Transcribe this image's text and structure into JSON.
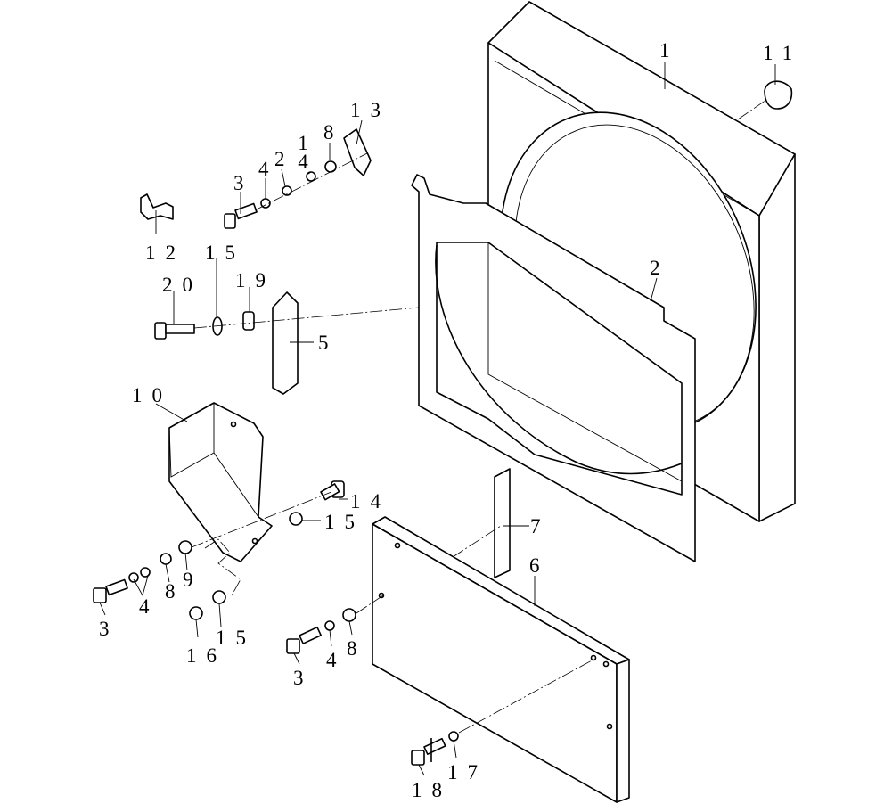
{
  "diagram": {
    "type": "exploded-parts-view",
    "callouts": {
      "c1": "1",
      "c2": "2",
      "c3a": "3",
      "c3b": "3",
      "c3c": "3",
      "c4a": "4",
      "c4b": "4",
      "c4c": "4",
      "c5": "5",
      "c6": "6",
      "c7": "7",
      "c8a": "8",
      "c8b": "8",
      "c8c": "8",
      "c9": "9",
      "c10": "10",
      "c11": "11",
      "c12": "12",
      "c13": "13",
      "c14a": "14",
      "c14b": "14",
      "c15a": "15",
      "c15b": "15",
      "c15c": "15",
      "c16": "16",
      "c17": "17",
      "c18": "18",
      "c19": "19",
      "c20": "20"
    }
  }
}
